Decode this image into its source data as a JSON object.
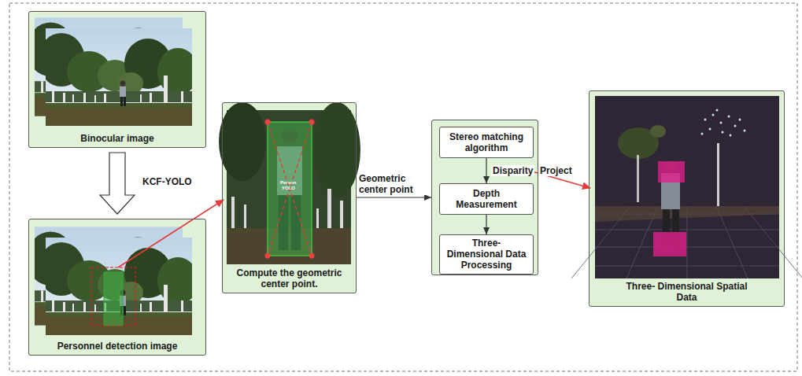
{
  "diagram": {
    "nodes": [
      {
        "text": [
          "Binocular image"
        ]
      },
      {
        "text": [
          "Personnel detection image"
        ]
      },
      {
        "text": [
          "Compute the geometric center point."
        ]
      },
      {
        "text": []
      },
      {
        "text": [
          "Stereo matching algorithm"
        ],
        "in": 3
      },
      {
        "text": [
          "Depth Measurement"
        ],
        "in": 3
      },
      {
        "text": [
          "Three- Dimensional Data Processing"
        ],
        "in": 3
      },
      {
        "text": [
          "Three- Dimensional Spatial Data"
        ]
      }
    ],
    "edges": [
      {
        "from": 0,
        "to": 1,
        "label": "KCF-YOLO",
        "arrow": "to"
      },
      {
        "from": 1,
        "to": 2,
        "arrow": "to"
      },
      {
        "from": 2,
        "to": 3,
        "label": "Geometric center point",
        "arrow": "to"
      },
      {
        "from": 4,
        "to": 5,
        "label": "Disparity",
        "arrow": "to"
      },
      {
        "from": 5,
        "to": 6,
        "arrow": "to"
      },
      {
        "from": 3,
        "to": 7,
        "label": "Project",
        "arrow": "to"
      }
    ],
    "labels": [
      "Person",
      "YOLO"
    ]
  }
}
